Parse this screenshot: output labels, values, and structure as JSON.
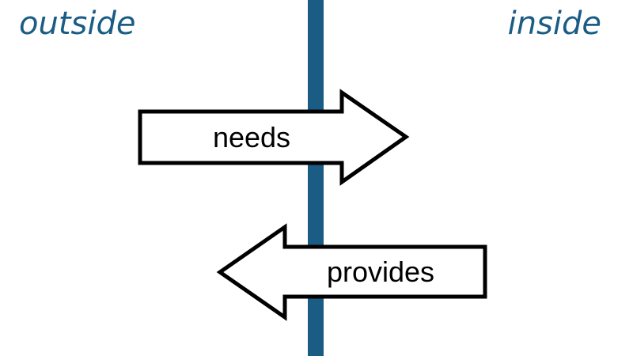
{
  "labels": {
    "outside": "outside",
    "inside": "inside"
  },
  "arrows": {
    "needs": "needs",
    "provides": "provides"
  },
  "colors": {
    "divider": "#1a5c84",
    "text_accent": "#1a5c84",
    "arrow_stroke": "#000000",
    "arrow_fill": "#ffffff"
  }
}
